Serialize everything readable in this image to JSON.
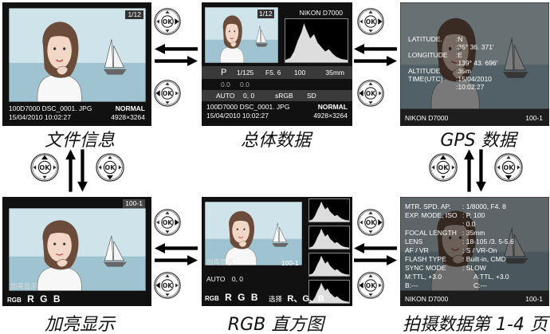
{
  "captions": {
    "file_info": "文件信息",
    "overview": "总体数据",
    "gps": "GPS 数据",
    "highlights": "加亮显示",
    "rgb": "RGB 直方图",
    "shooting": "拍摄数据第 1-4 页"
  },
  "file_info": {
    "frame": "1/12",
    "line1_folder": "100D7000",
    "line1_file": "DSC_0001. JPG",
    "quality": "NORMAL",
    "date": "15/04/2010 10:02:27",
    "size": "4928×3264"
  },
  "overview": {
    "frame": "1/12",
    "camera": "NIKON D7000",
    "mode": "P",
    "shutter": "1/125",
    "aperture": "F5. 6",
    "iso": "100",
    "focal": "35mm",
    "exp_comp": "0.0",
    "flash_comp": "0.0",
    "wb": "AUTO",
    "wb_fine": "0, 0",
    "color_space": "sRGB",
    "picture_control": "SD",
    "folder": "100D7000",
    "file": "DSC_0001. JPG",
    "quality": "NORMAL",
    "date": "15/04/2010 10:02:27",
    "size": "4928×3264"
  },
  "gps": {
    "lat_label": "LATITUDE.",
    "lat_dir": ":N",
    "lat_val": ":35° 36. 371'",
    "long_label": "LONGITUDE",
    "long_dir": ":E",
    "long_val": ":139° 43. 696'",
    "alt_label": "ALTITUDE",
    "alt_val": ":35m",
    "time_label": "TIME(UTC)",
    "time_date": ":15/04/2010",
    "time_val": ":10:02:27",
    "camera": "NIKON D7000",
    "frame": "100-1"
  },
  "highlights": {
    "frame": "100-1",
    "label": "加亮显示",
    "rgb": "RGB",
    "r": "R",
    "g": "G",
    "b": "B"
  },
  "rgb_hist": {
    "frame": "100-1",
    "label": "加亮显示",
    "wb": "AUTO",
    "wb_fine": "0, 0",
    "rgb": "RGB",
    "r": "R",
    "g": "G",
    "b": "B",
    "select_hint": "选择",
    "channels": "R、G、B"
  },
  "shooting": {
    "rows": [
      {
        "label": "MTR. SPD. AP.",
        "value": ": 1/8000, F4. 8"
      },
      {
        "label": "EXP. MODE, ISO",
        "value": ": P, 100"
      },
      {
        "label": "",
        "value": ": 0.0"
      },
      {
        "label": "FOCAL LENGTH",
        "value": ": 35mm"
      },
      {
        "label": "LENS",
        "value": ": 18-105  /3. 5-5.6"
      },
      {
        "label": "AF / VR",
        "value": ": S / VR-On"
      },
      {
        "label": "FLASH TYPE",
        "value": ": Built-in, CMD"
      },
      {
        "label": "SYNC MODE",
        "value": ": SLOW"
      },
      {
        "label": "M:TTL, +3.0",
        "value": "A:TTL, +3.0"
      },
      {
        "label": "B:---",
        "value": "C:---"
      }
    ],
    "camera": "NIKON D7000",
    "frame": "100-1"
  },
  "icons": {
    "multi_selector": "multi-selector-icon",
    "ok_label": "OK"
  },
  "colors": {
    "screen_bg": "#111111",
    "screen_text": "#ffffff",
    "arrow": "#000000"
  }
}
